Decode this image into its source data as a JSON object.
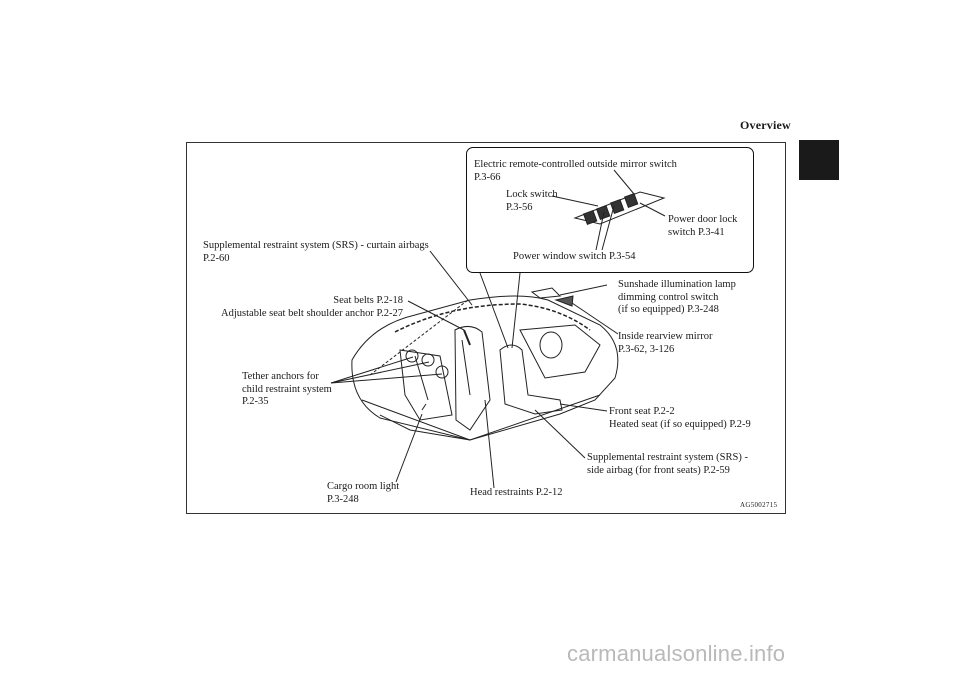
{
  "header": {
    "title": "Overview"
  },
  "figure": {
    "inset": {
      "mirror_switch": [
        "Electric remote-controlled outside mirror switch",
        "P.3-66"
      ],
      "lock_switch": [
        "Lock switch",
        "P.3-56"
      ],
      "power_door_lock": [
        "Power door lock",
        "switch  P.3-41"
      ],
      "power_window": "Power window switch P.3-54"
    },
    "labels": {
      "curtain_airbags": [
        "Supplemental restraint system (SRS) - curtain airbags",
        "P.2-60"
      ],
      "seat_belts": [
        "Seat belts P.2-18",
        "Adjustable seat belt shoulder anchor P.2-27"
      ],
      "tether_anchors": [
        "Tether anchors for",
        "child restraint system",
        "P.2-35"
      ],
      "cargo_light": [
        "Cargo room light",
        "P.3-248"
      ],
      "head_restraints": "Head restraints P.2-12",
      "sunshade_lamp": [
        "Sunshade illumination lamp",
        "dimming control switch",
        "(if so equipped) P.3-248"
      ],
      "rearview_mirror": [
        "Inside rearview mirror",
        "P.3-62, 3-126"
      ],
      "front_seat": [
        "Front seat P.2-2",
        "Heated seat (if so equipped) P.2-9"
      ],
      "side_airbag": [
        "Supplemental restraint system (SRS) -",
        "side airbag (for front seats) P.2-59"
      ]
    },
    "code": "AG5002715"
  },
  "watermark": "carmanualsonline.info"
}
